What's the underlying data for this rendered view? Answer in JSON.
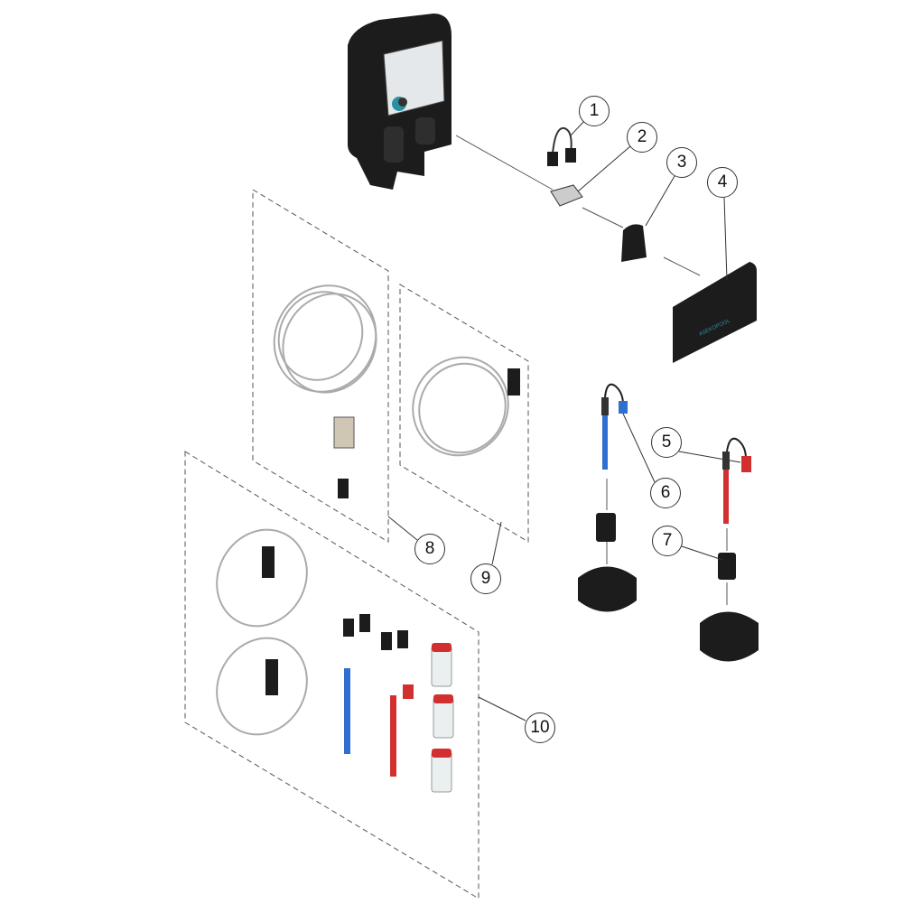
{
  "diagram": {
    "type": "exploded-parts-view",
    "callouts": [
      "1",
      "2",
      "3",
      "4",
      "5",
      "6",
      "7",
      "8",
      "9",
      "10"
    ],
    "logo_text": "ASEKOPOOL",
    "colors": {
      "housing": "#1c1c1c",
      "screen": "#e4e8ea",
      "accent": "#2a8fa0",
      "probe_blue": "#2f6fd0",
      "probe_red": "#d23030",
      "tube": "#bbbbbb",
      "line": "#555555"
    }
  }
}
